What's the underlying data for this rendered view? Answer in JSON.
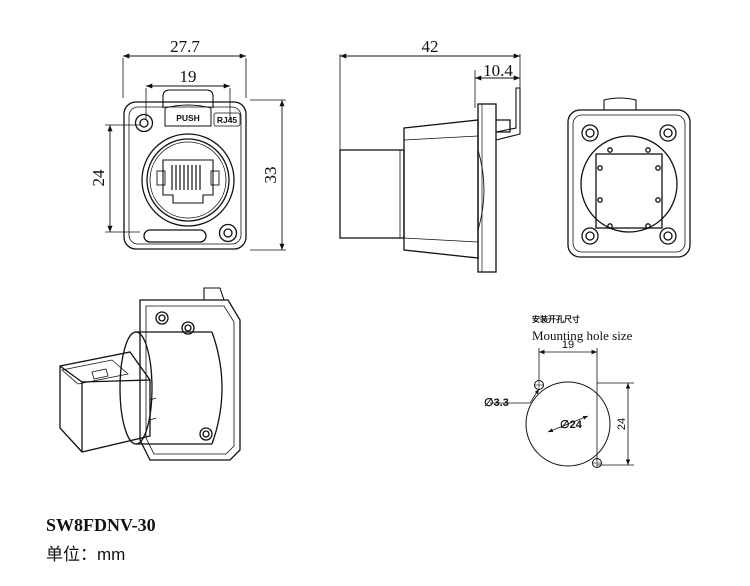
{
  "front_view": {
    "width_overall": "27.7",
    "width_holes": "19",
    "height_holes": "24",
    "height_overall": "33",
    "push_label": "PUSH",
    "rj45_label": "RJ45"
  },
  "side_view": {
    "depth_overall": "42",
    "flange_depth": "10.4"
  },
  "mounting_hole": {
    "title_cn": "安装开孔尺寸",
    "title_en": "Mounting hole size",
    "hole_spacing_x": "19",
    "hole_spacing_y": "24",
    "small_hole_dia": "∅3.3",
    "large_hole_dia": "∅24"
  },
  "product": {
    "model": "SW8FDNV-30",
    "unit_label": "单位：",
    "unit_value": "mm"
  }
}
